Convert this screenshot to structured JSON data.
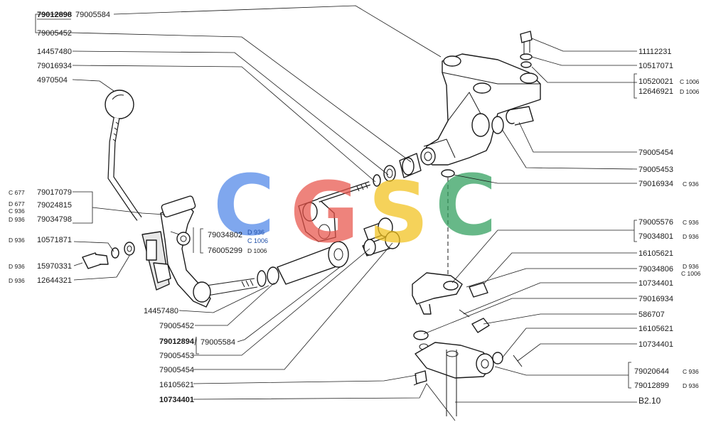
{
  "watermark": {
    "letters": [
      "C",
      "G",
      "S",
      "C"
    ],
    "colors": [
      "#4f86e8",
      "#e8544a",
      "#f2c21c",
      "#2e9e5b"
    ]
  },
  "right": {
    "r1": "11112231",
    "r2": "10517071",
    "r3a": "10520021",
    "r3a_code": "C 1006",
    "r3b": "12646921",
    "r3b_code": "D 1006",
    "r4": "79005454",
    "r5": "79005453",
    "r6": "79016934",
    "r6_code": "C 936",
    "r7a": "79005576",
    "r7a_code": "C 936",
    "r7b": "79034801",
    "r7b_code": "D 936",
    "r8": "16105621",
    "r9": "79034806",
    "r9_code1": "D 936",
    "r9_code2": "C 1006",
    "r10": "10734401",
    "r11": "79016934",
    "r12": "586707",
    "r13": "16105621",
    "r14": "10734401",
    "r15a": "79020644",
    "r15a_code": "C 936",
    "r15b": "79012899",
    "r15b_code": "D 936",
    "ref": "B2.10"
  },
  "topleft": {
    "t1a": "79012898",
    "t1b": "79005584",
    "t2": "79005452",
    "t3": "14457480",
    "t4": "79016934",
    "t5": "4970504"
  },
  "left": {
    "l1_code": "C 677",
    "l1": "79017079",
    "l2_code": "D 677",
    "l2": "79024815",
    "l3_code": "C 936",
    "l4_code": "D 936",
    "l4": "79034798",
    "l5_code": "D 936",
    "l5": "10571871",
    "l6_code": "D 936",
    "l6": "15970331",
    "l7_code": "D 936",
    "l7": "12644321"
  },
  "center": {
    "c1": "79034802",
    "c1_code": "D 936",
    "c1b_code": "C 1006",
    "c2": "76005299",
    "c2_code": "D 1006"
  },
  "bottomleft": {
    "b1": "14457480",
    "b2": "79005452",
    "b3a": "79012894",
    "b3b": "79005584",
    "b4": "79005453",
    "b5": "79005454",
    "b6": "16105621",
    "b7": "10734401"
  }
}
